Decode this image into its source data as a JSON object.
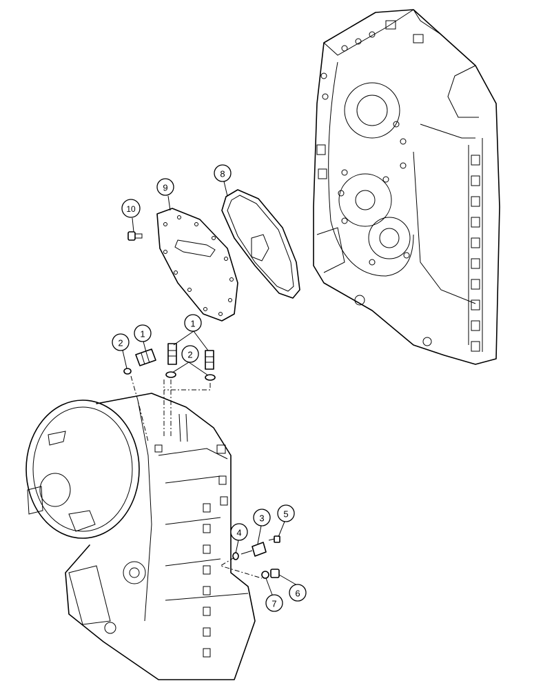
{
  "diagram": {
    "callouts": [
      {
        "id": "c1a",
        "label": "1"
      },
      {
        "id": "c1b",
        "label": "1"
      },
      {
        "id": "c2a",
        "label": "2"
      },
      {
        "id": "c2b",
        "label": "2"
      },
      {
        "id": "c3",
        "label": "3"
      },
      {
        "id": "c4",
        "label": "4"
      },
      {
        "id": "c5",
        "label": "5"
      },
      {
        "id": "c6",
        "label": "6"
      },
      {
        "id": "c7",
        "label": "7"
      },
      {
        "id": "c8",
        "label": "8"
      },
      {
        "id": "c9",
        "label": "9"
      },
      {
        "id": "c10",
        "label": "10"
      }
    ]
  }
}
